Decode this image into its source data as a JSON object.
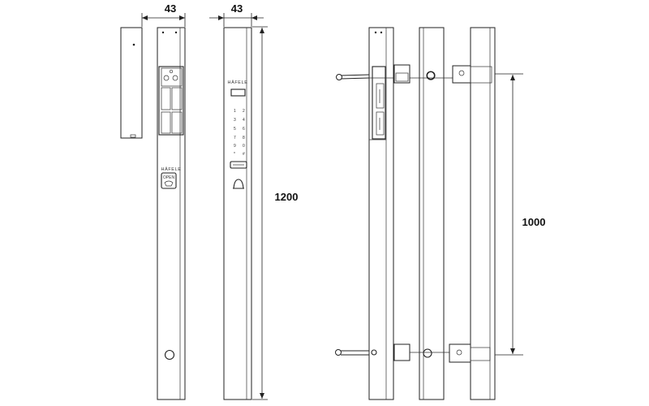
{
  "dimensions": {
    "width_left": "43",
    "width_front": "43",
    "height_total": "1200",
    "handle_spacing": "1000"
  },
  "labels": {
    "brand_left": "HÄFELE",
    "brand_front": "HÄFELE",
    "open_button": "OPEN",
    "keypad_keys": [
      "1",
      "2",
      "3",
      "4",
      "5",
      "6",
      "7",
      "8",
      "9",
      "0",
      "*",
      "#"
    ]
  },
  "colors": {
    "line": "#222222",
    "background": "#ffffff"
  }
}
